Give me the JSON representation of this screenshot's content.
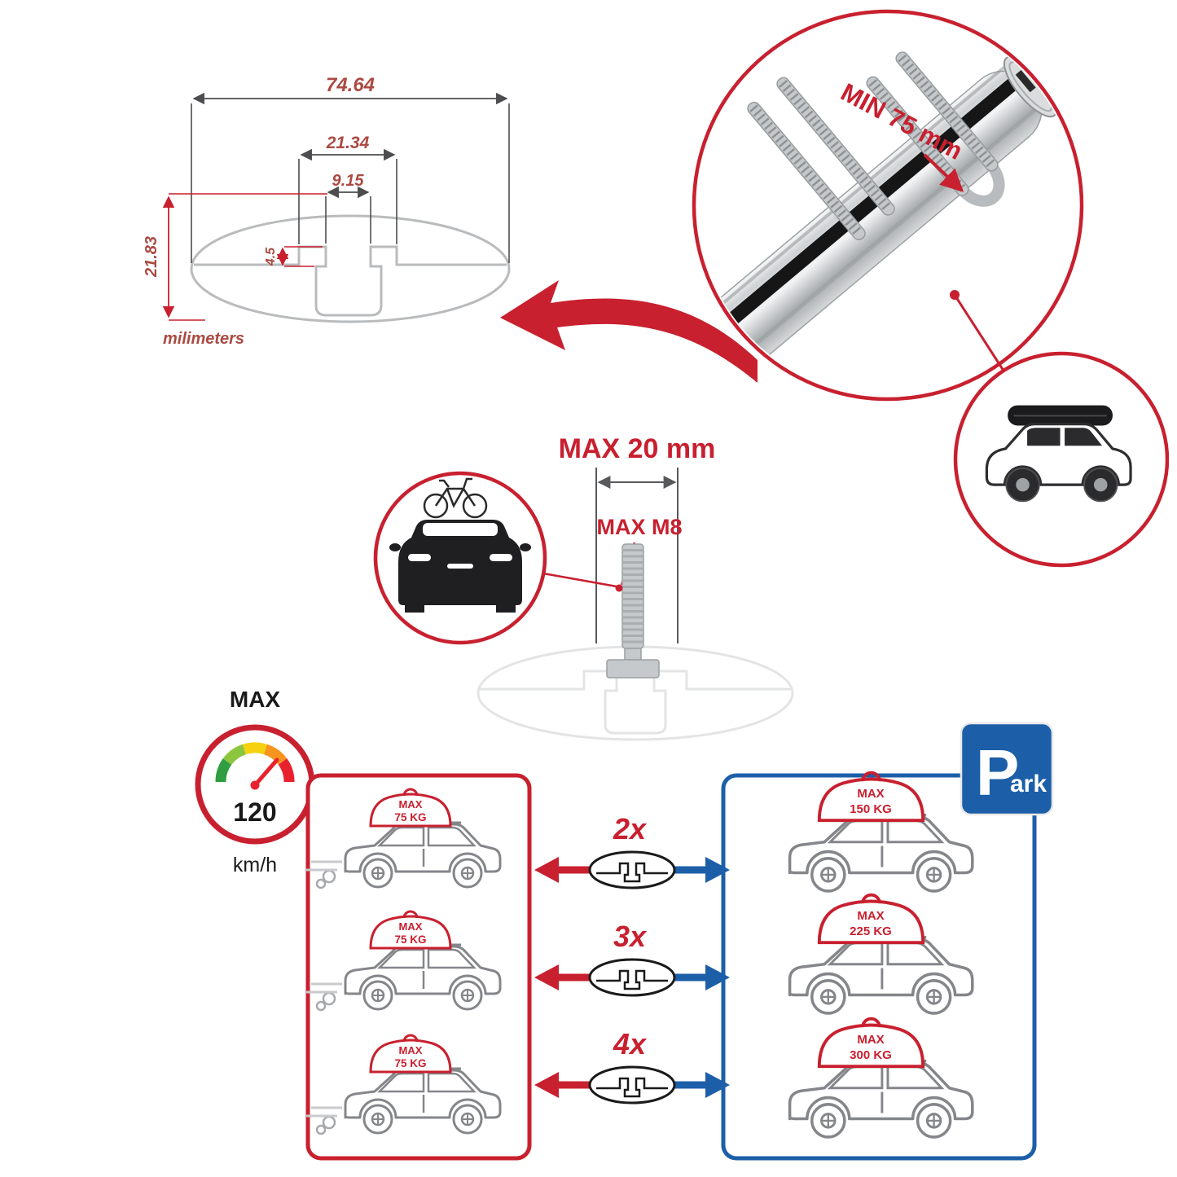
{
  "colors": {
    "accent_red": "#c8202f",
    "accent_blue": "#1c5fa8",
    "dimension_text": "#ab4a42",
    "line_gray": "#b9bbbd",
    "text_dark": "#1a1a1a",
    "aluminum_silver": "#c9ccce"
  },
  "cross_section": {
    "width_outer": "74.64",
    "width_hat": "21.34",
    "width_slot": "9.15",
    "height_total": "21.83",
    "height_step": "4.5",
    "units_label": "milimeters"
  },
  "bar_detail": {
    "min_clamp": "MIN 75 mm"
  },
  "bolt_detail": {
    "max_width": "MAX 20 mm",
    "max_thread": "MAX M8"
  },
  "speed": {
    "label": "MAX",
    "value": "120",
    "unit": "km/h"
  },
  "park_sign": {
    "letter": "P",
    "rest": "ark"
  },
  "capacity": {
    "rows": [
      {
        "multiplier": "2x",
        "left_load": "MAX",
        "left_weight": "75 KG",
        "right_load": "MAX",
        "right_weight": "150 KG"
      },
      {
        "multiplier": "3x",
        "left_load": "MAX",
        "left_weight": "75 KG",
        "right_load": "MAX",
        "right_weight": "225 KG"
      },
      {
        "multiplier": "4x",
        "left_load": "MAX",
        "left_weight": "75 KG",
        "right_load": "MAX",
        "right_weight": "300 KG"
      }
    ]
  }
}
